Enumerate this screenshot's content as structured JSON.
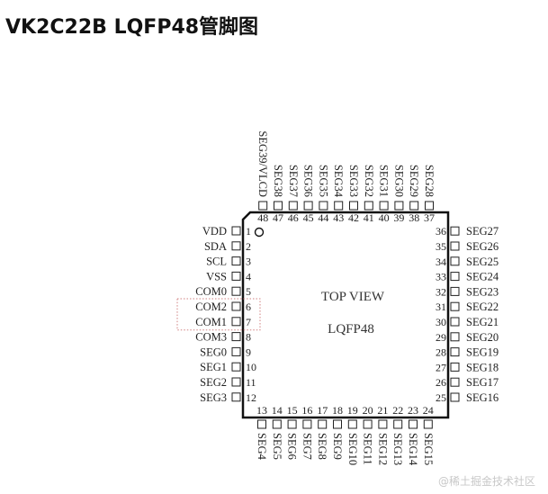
{
  "title": "VK2C22B  LQFP48管脚图",
  "chip": {
    "center_label": "TOP VIEW",
    "package_label": "LQFP48"
  },
  "pins": {
    "left": [
      {
        "num": "1",
        "name": "VDD"
      },
      {
        "num": "2",
        "name": "SDA"
      },
      {
        "num": "3",
        "name": "SCL"
      },
      {
        "num": "4",
        "name": "VSS"
      },
      {
        "num": "5",
        "name": "COM0"
      },
      {
        "num": "6",
        "name": "COM2"
      },
      {
        "num": "7",
        "name": "COM1"
      },
      {
        "num": "8",
        "name": "COM3"
      },
      {
        "num": "9",
        "name": "SEG0"
      },
      {
        "num": "10",
        "name": "SEG1"
      },
      {
        "num": "11",
        "name": "SEG2"
      },
      {
        "num": "12",
        "name": "SEG3"
      }
    ],
    "bottom": [
      {
        "num": "13",
        "name": "SEG4"
      },
      {
        "num": "14",
        "name": "SEG5"
      },
      {
        "num": "15",
        "name": "SEG6"
      },
      {
        "num": "16",
        "name": "SEG7"
      },
      {
        "num": "17",
        "name": "SEG8"
      },
      {
        "num": "18",
        "name": "SEG9"
      },
      {
        "num": "19",
        "name": "SEG10"
      },
      {
        "num": "20",
        "name": "SEG11"
      },
      {
        "num": "21",
        "name": "SEG12"
      },
      {
        "num": "22",
        "name": "SEG13"
      },
      {
        "num": "23",
        "name": "SEG14"
      },
      {
        "num": "24",
        "name": "SEG15"
      }
    ],
    "right": [
      {
        "num": "25",
        "name": "SEG16"
      },
      {
        "num": "26",
        "name": "SEG17"
      },
      {
        "num": "27",
        "name": "SEG18"
      },
      {
        "num": "28",
        "name": "SEG19"
      },
      {
        "num": "29",
        "name": "SEG20"
      },
      {
        "num": "30",
        "name": "SEG21"
      },
      {
        "num": "31",
        "name": "SEG22"
      },
      {
        "num": "32",
        "name": "SEG23"
      },
      {
        "num": "33",
        "name": "SEG24"
      },
      {
        "num": "34",
        "name": "SEG25"
      },
      {
        "num": "35",
        "name": "SEG26"
      },
      {
        "num": "36",
        "name": "SEG27"
      }
    ],
    "top": [
      {
        "num": "37",
        "name": "SEG28"
      },
      {
        "num": "38",
        "name": "SEG29"
      },
      {
        "num": "39",
        "name": "SEG30"
      },
      {
        "num": "40",
        "name": "SEG31"
      },
      {
        "num": "41",
        "name": "SEG32"
      },
      {
        "num": "42",
        "name": "SEG33"
      },
      {
        "num": "43",
        "name": "SEG34"
      },
      {
        "num": "44",
        "name": "SEG35"
      },
      {
        "num": "45",
        "name": "SEG36"
      },
      {
        "num": "46",
        "name": "SEG37"
      },
      {
        "num": "47",
        "name": "SEG38"
      },
      {
        "num": "48",
        "name": "SEG39/VLCD"
      }
    ]
  },
  "highlight_pins": [
    "6",
    "7"
  ],
  "watermark": "@稀土掘金技术社区"
}
